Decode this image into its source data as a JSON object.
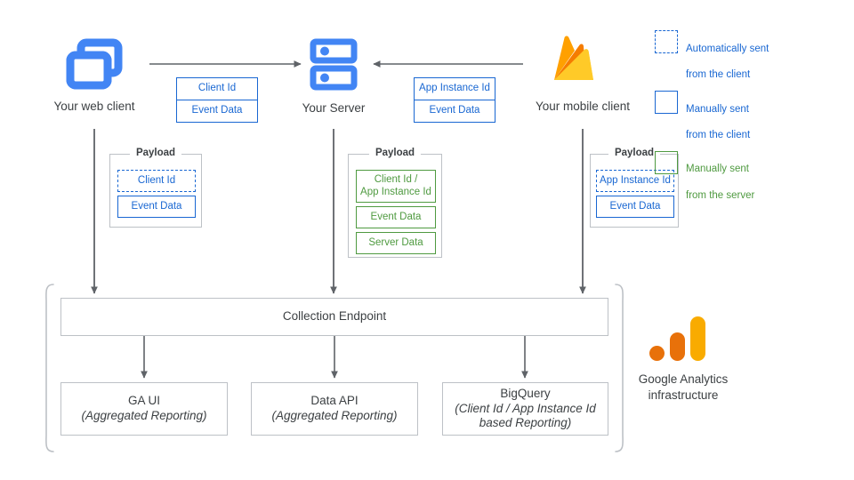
{
  "diagram": {
    "title": "Google Analytics data collection architecture",
    "colors": {
      "blue": "#1967d2",
      "icon_blue": "#4285f4",
      "green": "#4f9a40",
      "grey_line": "#5f6368",
      "grey_border": "#bdc1c6",
      "text": "#3c4043",
      "ga_orange": "#e8710a",
      "ga_amber": "#f9ab00",
      "firebase_amber": "#ffa000",
      "firebase_yellow": "#ffca28",
      "firebase_orange": "#f57c00"
    }
  },
  "nodes": {
    "web_client": {
      "label": "Your web client",
      "icon": "windows-icon"
    },
    "server": {
      "label": "Your Server",
      "icon": "server-icon"
    },
    "mobile_client": {
      "label": "Your mobile client",
      "icon": "firebase-icon"
    }
  },
  "flows": {
    "web_to_server": {
      "arrow": "arrow-right",
      "chips": [
        {
          "text": "Client Id",
          "style": "blue"
        },
        {
          "text": "Event Data",
          "style": "blue"
        }
      ]
    },
    "mobile_to_server": {
      "arrow": "arrow-left",
      "chips": [
        {
          "text": "App Instance Id",
          "style": "blue"
        },
        {
          "text": "Event Data",
          "style": "blue"
        }
      ]
    }
  },
  "payloads": [
    {
      "title": "Payload",
      "items": [
        {
          "text": "Client Id",
          "style": "blue",
          "dashed": true
        },
        {
          "text": "Event Data",
          "style": "blue",
          "dashed": false
        }
      ]
    },
    {
      "title": "Payload",
      "items": [
        {
          "text": "Client Id /\nApp Instance Id",
          "style": "green",
          "dashed": false
        },
        {
          "text": "Event Data",
          "style": "green",
          "dashed": false
        },
        {
          "text": "Server Data",
          "style": "green",
          "dashed": false
        }
      ]
    },
    {
      "title": "Payload",
      "items": [
        {
          "text": "App Instance Id",
          "style": "blue",
          "dashed": true
        },
        {
          "text": "Event Data",
          "style": "blue",
          "dashed": false
        }
      ]
    }
  ],
  "legend": {
    "items": [
      {
        "swatch": "dashed-blue",
        "line1": "Automatically sent",
        "line2": "from the client"
      },
      {
        "swatch": "solid-blue",
        "line1": "Manually sent",
        "line2": "from the client"
      },
      {
        "swatch": "solid-green",
        "line1": "Manually sent",
        "line2": "from the server"
      }
    ]
  },
  "collection": {
    "endpoint_label": "Collection Endpoint",
    "outputs": [
      {
        "title": "GA UI",
        "subtitle": "(Aggregated Reporting)"
      },
      {
        "title": "Data API",
        "subtitle": "(Aggregated Reporting)"
      },
      {
        "title": "BigQuery",
        "subtitle": "(Client Id / App Instance Id\nbased Reporting)"
      }
    ]
  },
  "infrastructure": {
    "caption_line1": "Google Analytics",
    "caption_line2": "infrastructure",
    "icon": "google-analytics-icon"
  }
}
